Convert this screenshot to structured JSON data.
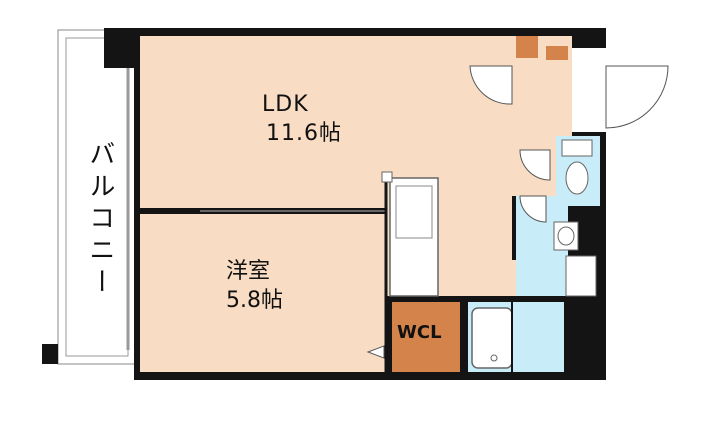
{
  "rooms": {
    "ldk": {
      "name": "LDK",
      "area": "11.6帖"
    },
    "western_room": {
      "name": "洋室",
      "area": "5.8帖"
    },
    "walk_in_closet": {
      "name": "WCL"
    },
    "balcony": {
      "name": "バルコニー"
    }
  },
  "colors": {
    "wall": "#141414",
    "ldk_floor": "#f9dcc4",
    "western_floor": "#f9dcc4",
    "entry_floor": "#f5c9a8",
    "wcl_floor": "#d4844a",
    "wet_area": "#c8ecf8",
    "fixture": "#ffffff"
  }
}
